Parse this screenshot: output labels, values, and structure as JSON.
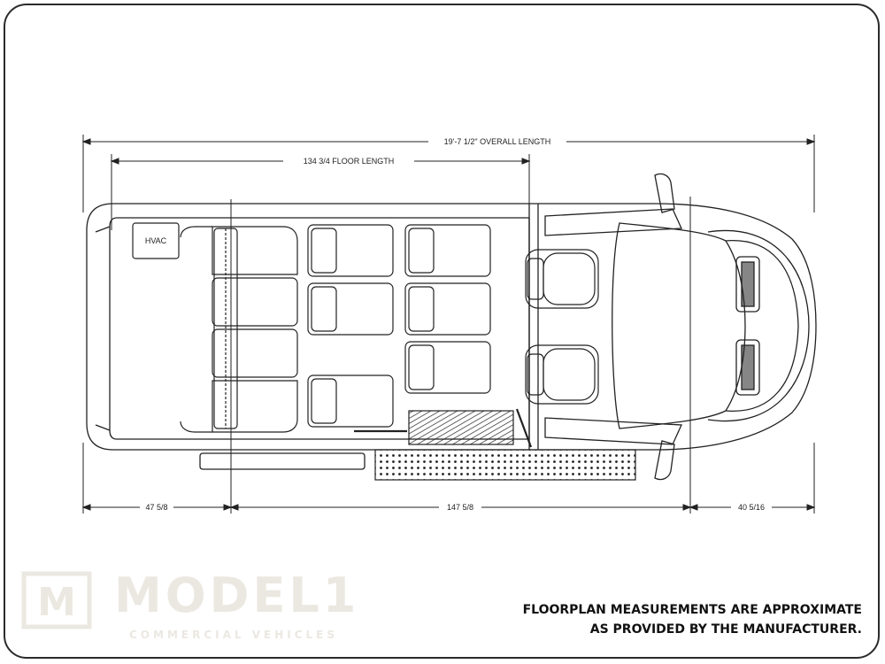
{
  "dimensions": {
    "overall_length": "19'-7 1/2\" OVERALL LENGTH",
    "floor_length": "134 3/4 FLOOR LENGTH",
    "rear_overhang": "47 5/8",
    "wheelbase": "147 5/8",
    "front_overhang": "40 5/16"
  },
  "labels": {
    "hvac": "HVAC"
  },
  "logo": {
    "word": "MODEL",
    "number": "1",
    "subtitle": "COMMERCIAL VEHICLES",
    "mark": "M"
  },
  "notice": {
    "line1": "FLOORPLAN MEASUREMENTS ARE APPROXIMATE",
    "line2": "AS PROVIDED BY THE MANUFACTURER."
  },
  "colors": {
    "line": "#222222",
    "watermark": "#ebe8e1"
  }
}
